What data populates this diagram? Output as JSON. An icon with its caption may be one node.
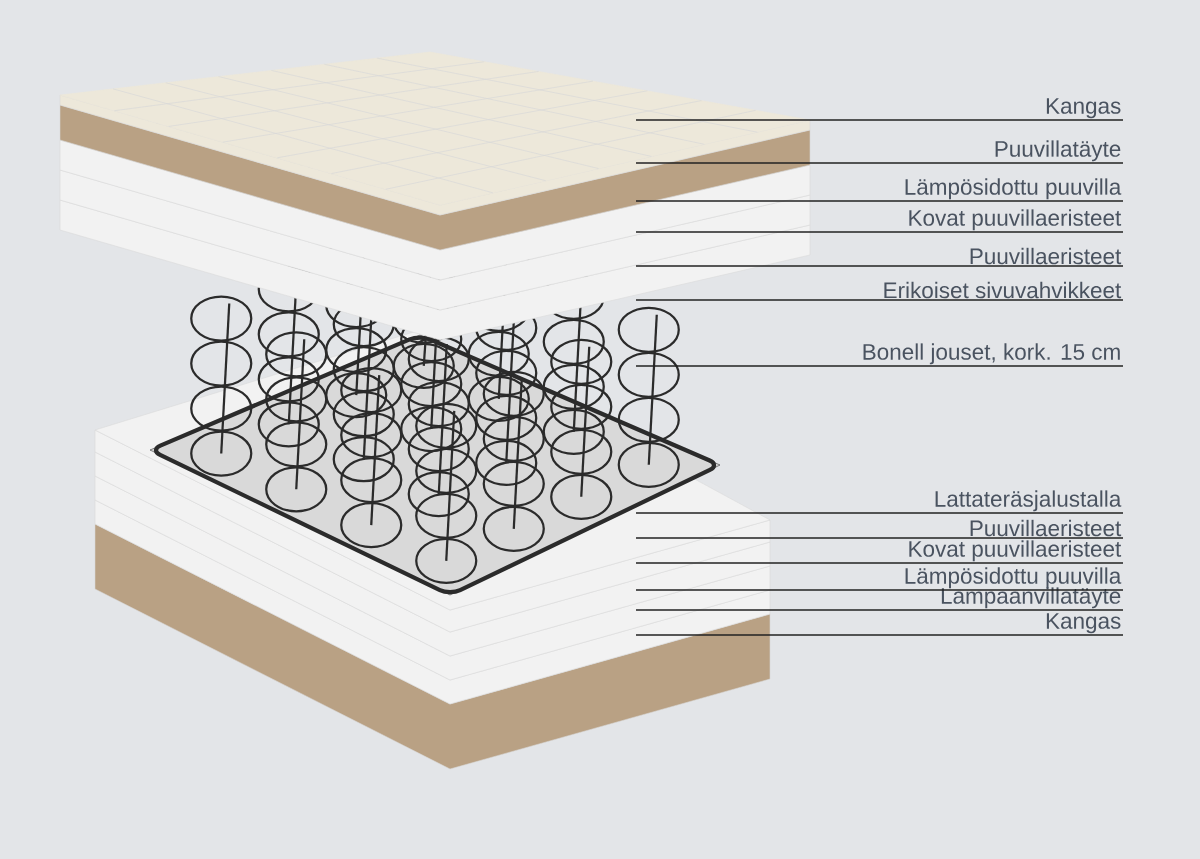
{
  "diagram": {
    "nodes": [
      {
        "text": [
          "Kangas"
        ]
      },
      {
        "text": [
          "Puuvillatäyte"
        ]
      },
      {
        "text": [
          "Lämpösidottu puuvilla"
        ]
      },
      {
        "text": [
          "Kovat puuvillaeristeet"
        ]
      },
      {
        "text": [
          "Puuvillaeristeet"
        ]
      },
      {
        "text": [
          "Erikoiset sivuvahvikkeet"
        ]
      },
      {
        "text": [
          "Bonell jouset, kork. 15 cm"
        ]
      },
      {
        "text": [
          "Lattateräsjalustalla"
        ]
      },
      {
        "text": [
          "Puuvillaeristeet"
        ]
      },
      {
        "text": [
          "Kovat puuvillaeristeet"
        ]
      },
      {
        "text": [
          "Lämpösidottu puuvilla"
        ]
      },
      {
        "text": [
          "Lampaanvillatäyte"
        ]
      },
      {
        "text": [
          "Kangas"
        ]
      }
    ],
    "edges": [
      {
        "from": 0,
        "to": null,
        "arrow": "none"
      },
      {
        "from": 1,
        "to": null,
        "arrow": "none"
      },
      {
        "from": 2,
        "to": null,
        "arrow": "none"
      },
      {
        "from": 3,
        "to": null,
        "arrow": "none"
      },
      {
        "from": 4,
        "to": null,
        "arrow": "none"
      },
      {
        "from": 5,
        "to": null,
        "arrow": "none"
      },
      {
        "from": 6,
        "to": null,
        "arrow": "none"
      },
      {
        "from": 7,
        "to": null,
        "arrow": "none"
      },
      {
        "from": 8,
        "to": null,
        "arrow": "none"
      },
      {
        "from": 9,
        "to": null,
        "arrow": "none"
      },
      {
        "from": 10,
        "to": null,
        "arrow": "none"
      },
      {
        "from": 11,
        "to": null,
        "arrow": "none"
      },
      {
        "from": 12,
        "to": null,
        "arrow": "none"
      }
    ]
  }
}
